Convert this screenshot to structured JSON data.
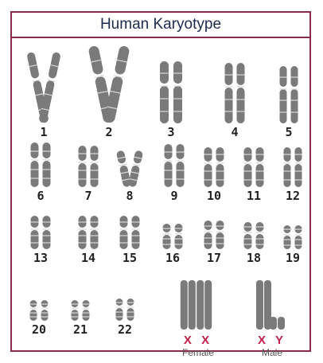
{
  "title": "Human Karyotype",
  "chromosomes": [
    "1",
    "2",
    "3",
    "4",
    "5",
    "6",
    "7",
    "8",
    "9",
    "10",
    "11",
    "12",
    "13",
    "14",
    "15",
    "16",
    "17",
    "18",
    "19",
    "20",
    "21",
    "22"
  ],
  "female": {
    "letters": "X X",
    "label": "Female"
  },
  "male": {
    "letters": "X Y",
    "label": "Male"
  },
  "colors": {
    "border": "#8a2a4a",
    "chromosome": "#7a7a7a",
    "sex_letters": "#c0204a",
    "title": "#1c2a4e"
  }
}
